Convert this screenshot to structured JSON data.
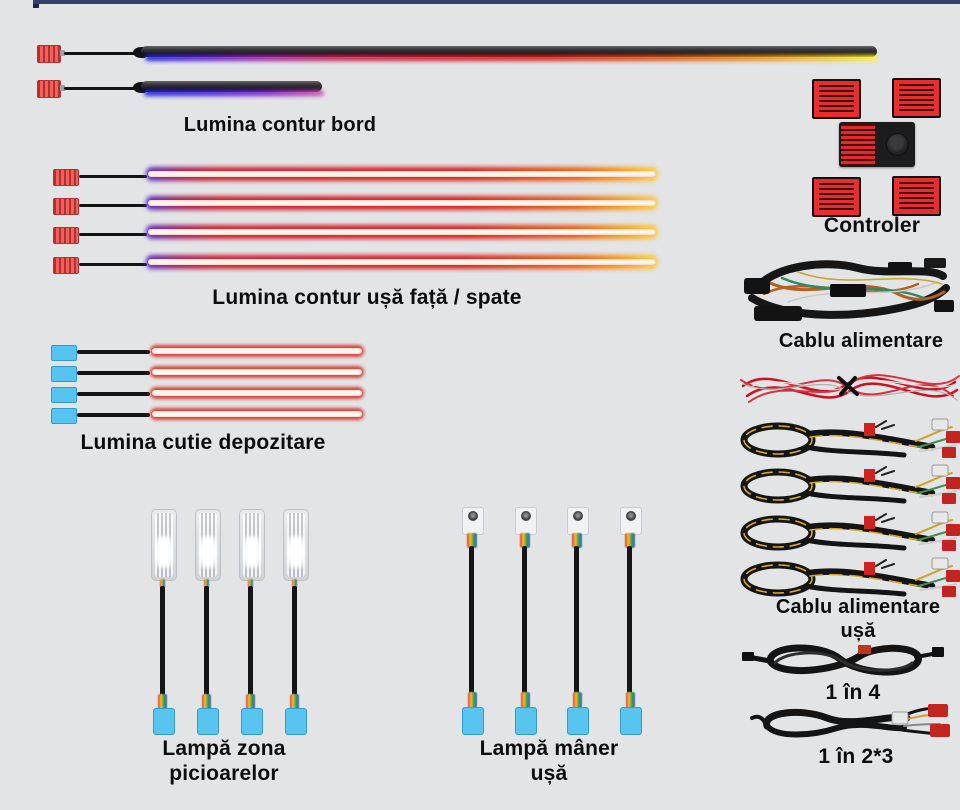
{
  "meta": {
    "background_color": "#e3e4e6",
    "top_bar_color": "#333f6e",
    "description": "Car ambient LED light kit components with Romanian labels"
  },
  "labels": {
    "dash": "Lumina contur bord",
    "door": "Lumina contur ușă față / spate",
    "storage": "Lumina cutie depozitare",
    "controller": "Controler",
    "power_cable": "Cablu alimentare",
    "door_power_line1": "Cablu alimentare",
    "door_power_line2": "ușă",
    "one_in_4": "1 în 4",
    "one_in_2x3": "1 în 2*3",
    "footwell_line1": "Lampă zona",
    "footwell_line2": "picioarelor",
    "handle_line1": "Lampă mâner",
    "handle_line2": "ușă"
  },
  "kit": {
    "dash_strips": 2,
    "door_strips": 4,
    "storage_strips": 4,
    "footwell_lamps": 4,
    "door_handle_lamps": 4,
    "door_power_cables": 4,
    "controller_stickers": 4,
    "power_harness": 1,
    "red_wire_bundle": 1,
    "one_in_4_cable": 1,
    "one_in_2x3_cable": 1
  },
  "colors": {
    "strip_glow_rainbow": [
      "#2326e0",
      "#9c22a8",
      "#d32033",
      "#dd5b17",
      "#f8f83a"
    ],
    "strip_glow_warm": [
      "#5533cc",
      "#d92222",
      "#f5a61f",
      "#fccf4a"
    ],
    "strip_glow_red": "#d8423a",
    "connector_red": "#f0605c",
    "connector_blue": "#56c3f0",
    "sticker_red": "#e62e2e",
    "cable_black": "#151517",
    "label_text": "#0d0d0d"
  }
}
